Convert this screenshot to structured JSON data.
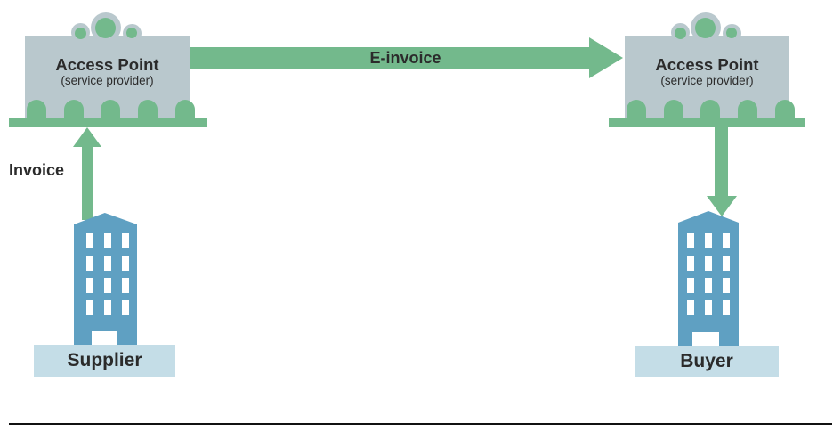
{
  "diagram": {
    "nodes": {
      "access_point_left": {
        "title": "Access Point",
        "subtitle": "(service provider)"
      },
      "access_point_right": {
        "title": "Access Point",
        "subtitle": "(service provider)"
      },
      "supplier": {
        "label": "Supplier"
      },
      "buyer": {
        "label": "Buyer"
      }
    },
    "flows": {
      "e_invoice": {
        "label": "E-invoice",
        "direction": "left-to-right"
      },
      "invoice": {
        "label": "Invoice",
        "direction": "up"
      },
      "delivery": {
        "label": "",
        "direction": "down"
      }
    },
    "colors": {
      "arrow_green": "#73b98c",
      "access_point_gray": "#b9c8cd",
      "building_blue": "#5fa0c2",
      "label_plate_blue": "#c4dde7",
      "text": "#2b2b2b",
      "divider": "#111111"
    }
  }
}
